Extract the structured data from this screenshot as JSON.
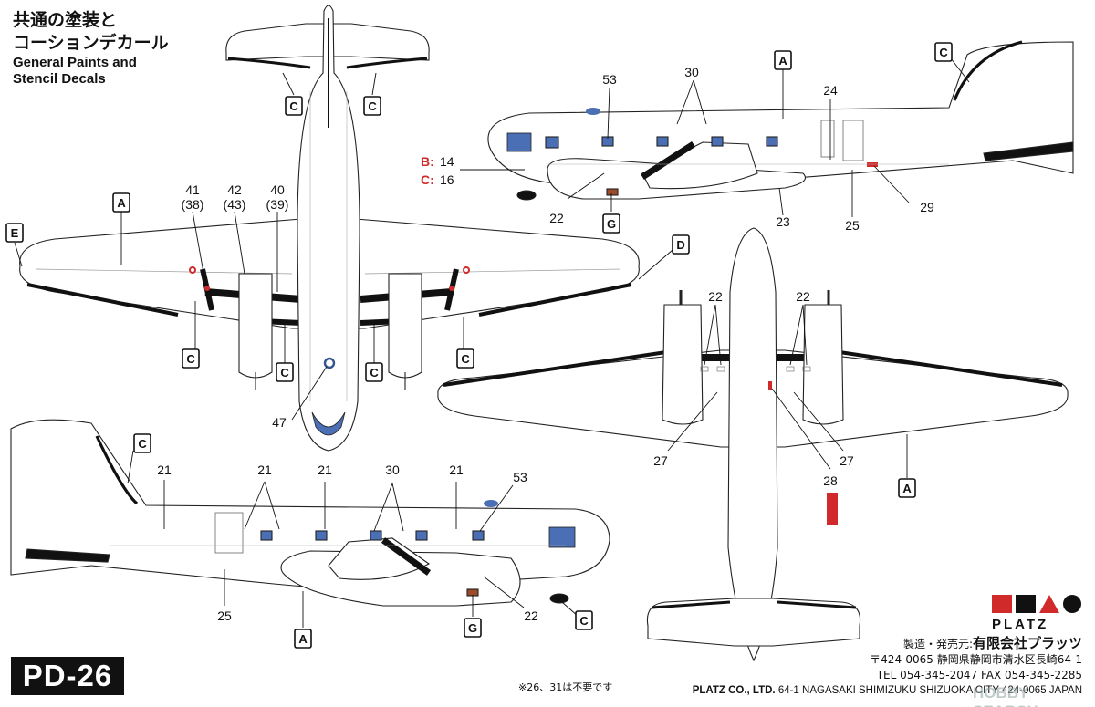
{
  "title_jp_line1": "共通の塗装と",
  "title_jp_line2": "コーションデカール",
  "title_en_line1": "General Paints and",
  "title_en_line2": "Stencil Decals",
  "product_code": "PD-26",
  "footnote": "※26、31は不要です",
  "maker": {
    "brand": "PLATZ",
    "label": "製造・発売元:",
    "name": "有限会社プラッツ",
    "address": "〒424-0065 静岡県静岡市清水区長崎64-1",
    "tel": "TEL 054-345-2047 FAX 054-345-2285",
    "company_en": "PLATZ CO., LTD.",
    "address_en": "64-1 NAGASAKI SHIMIZUKU SHIZUOKA CITY 424-0065 JAPAN"
  },
  "watermark": "HOBBY SEARCH",
  "legend": {
    "b_label": "B:",
    "b_value": "14",
    "c_label": "C:",
    "c_value": "16"
  },
  "colors": {
    "line": "#222222",
    "black_band": "#1a1a1a",
    "glass": "#4a6fb4",
    "red": "#d12a2a"
  },
  "callouts": {
    "top": {
      "c_tail_left": "C",
      "c_tail_right": "C",
      "a_wing": "A",
      "e_tip": "E",
      "n41": "41",
      "n38": "(38)",
      "n42": "42",
      "n43": "(43)",
      "n40": "40",
      "n39": "(39)",
      "c_nac_l1": "C",
      "c_nac_l2": "C",
      "c_nac_r1": "C",
      "c_nac_r2": "C",
      "d_wing": "D",
      "n47": "47"
    },
    "right_profile": {
      "a": "A",
      "c_tail": "C",
      "n53": "53",
      "n30": "30",
      "n24": "24",
      "n22": "22",
      "g": "G",
      "n23": "23",
      "n25": "25",
      "n29": "29"
    },
    "bottom_view": {
      "n22_left": "22",
      "n22_right": "22",
      "n27_left": "27",
      "n27_right": "27",
      "n28": "28",
      "a": "A"
    },
    "left_profile": {
      "c_tail": "C",
      "n21a": "21",
      "n21b": "21",
      "n21c": "21",
      "n30": "30",
      "n21d": "21",
      "n53": "53",
      "n25": "25",
      "a": "A",
      "g": "G",
      "n22": "22",
      "c_gear": "C"
    }
  }
}
